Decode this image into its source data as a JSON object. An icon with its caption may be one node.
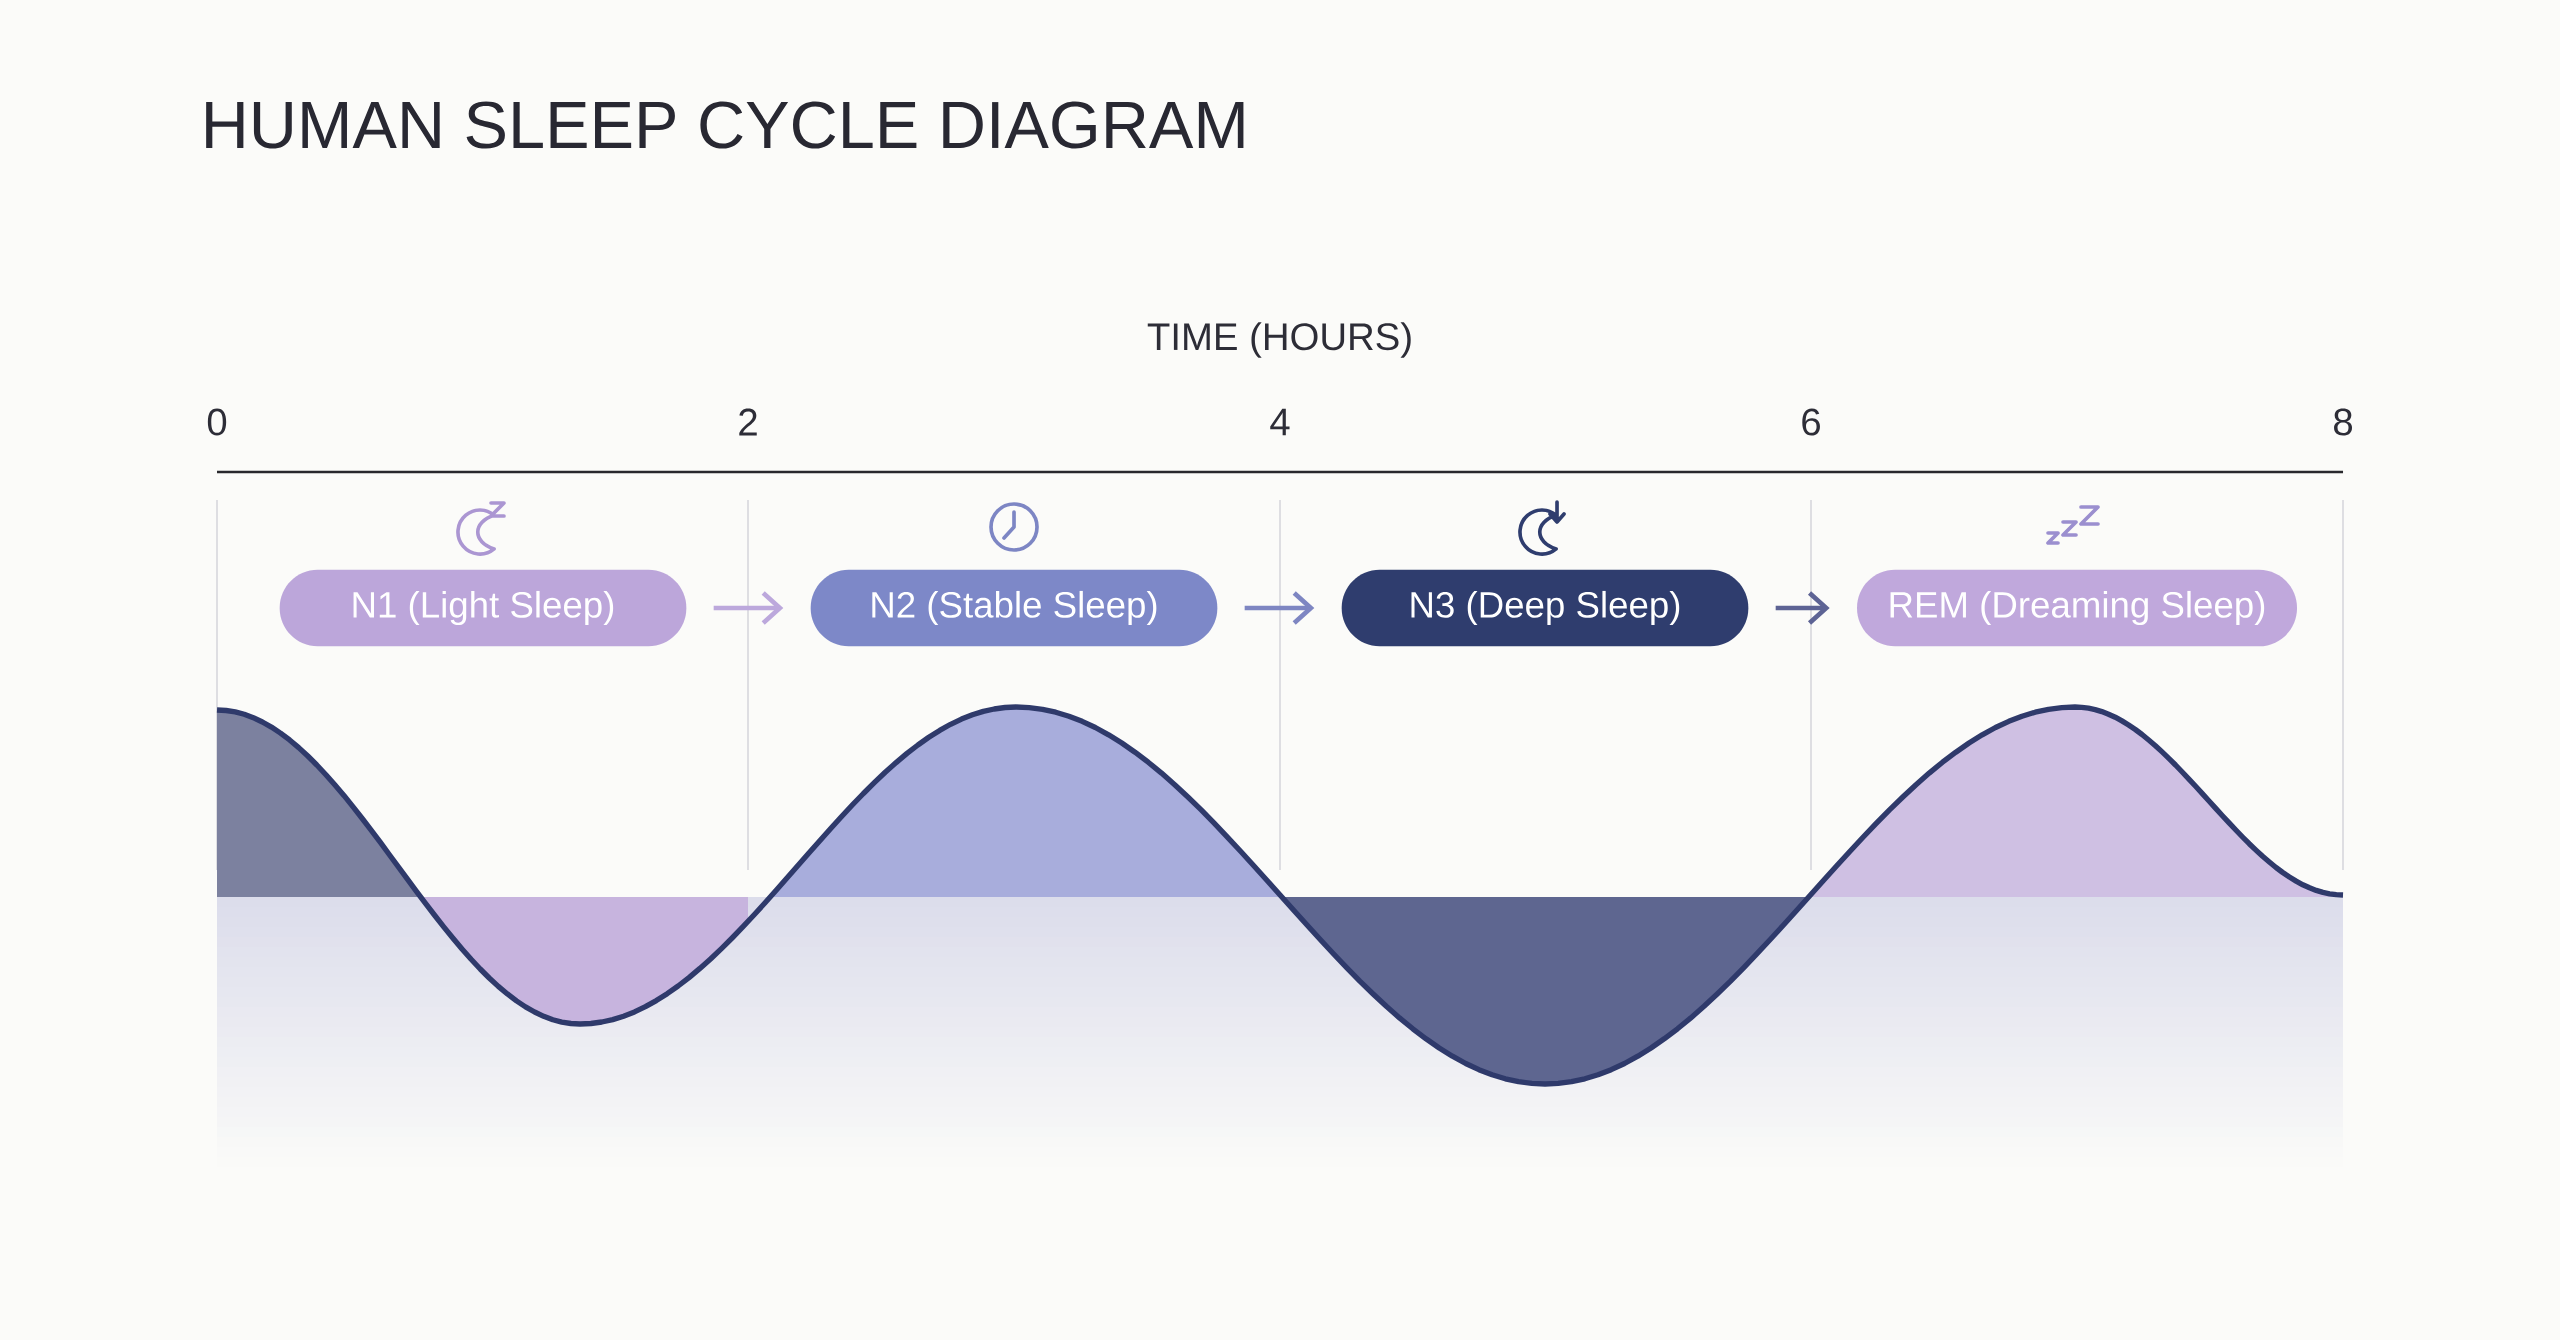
{
  "diagram": {
    "title": "HUMAN SLEEP CYCLE DIAGRAM",
    "nodes": [
      {
        "text": [
          "N1 (Light Sleep)"
        ]
      },
      {
        "text": [
          "N2 (Stable Sleep)"
        ]
      },
      {
        "text": [
          "N3 (Deep Sleep)"
        ]
      },
      {
        "text": [
          "REM (Dreaming Sleep)"
        ]
      }
    ],
    "edges": [
      {
        "from": 0,
        "to": 1,
        "arrow": "to",
        "color": "#bca8dc"
      },
      {
        "from": 1,
        "to": 2,
        "arrow": "to",
        "color": "#7e86c2"
      },
      {
        "from": 2,
        "to": 3,
        "arrow": "to",
        "color": "#5d6394"
      }
    ],
    "labels": [
      "TIME (HOURS)",
      "0",
      "2",
      "4",
      "6",
      "8"
    ]
  }
}
